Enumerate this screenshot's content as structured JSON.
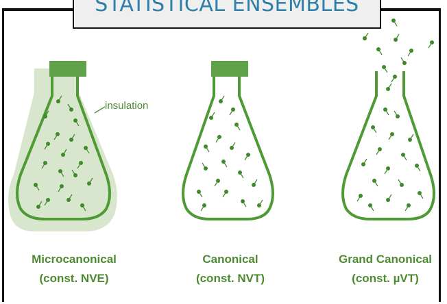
{
  "title": "STATISTICAL ENSEMBLES",
  "colors": {
    "flask_outline": "#4e9a35",
    "stopper": "#5fa24a",
    "insulation": "#d9e6ce",
    "caption": "#4e8a32",
    "title_text": "#2f7fa9",
    "title_box": "#efefef"
  },
  "flasks": [
    {
      "name": "Microcanonical",
      "constraint": "(const. NVE)",
      "stopper": true,
      "insulated": true
    },
    {
      "name": "Canonical",
      "constraint": "(const. NVT)",
      "stopper": true,
      "insulated": false
    },
    {
      "name": "Grand Canonical",
      "constraint": "(const. µVT)",
      "stopper": false,
      "insulated": false
    }
  ],
  "insulation_label": "insulation"
}
